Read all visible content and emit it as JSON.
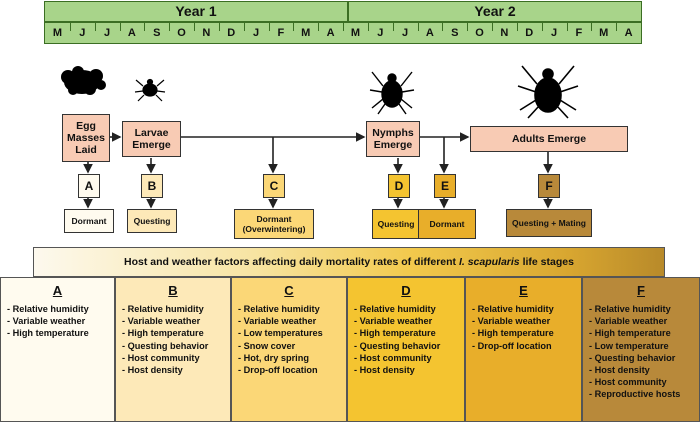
{
  "years": [
    "Year 1",
    "Year 2"
  ],
  "months": [
    "M",
    "J",
    "J",
    "A",
    "S",
    "O",
    "N",
    "D",
    "J",
    "F",
    "M",
    "A",
    "M",
    "J",
    "J",
    "A",
    "S",
    "O",
    "N",
    "D",
    "J",
    "F",
    "M",
    "A"
  ],
  "stages": [
    {
      "id": "egg",
      "label_lines": [
        "Egg",
        "Masses",
        "Laid"
      ]
    },
    {
      "id": "larvae",
      "label_lines": [
        "Larvae",
        "Emerge"
      ]
    },
    {
      "id": "nymphs",
      "label_lines": [
        "Nymphs",
        "Emerge"
      ]
    },
    {
      "id": "adults",
      "label_lines": [
        "Adults Emerge"
      ]
    }
  ],
  "letters": [
    "A",
    "B",
    "C",
    "D",
    "E",
    "F"
  ],
  "states": [
    {
      "letter": "A",
      "lines": [
        "Dormant"
      ]
    },
    {
      "letter": "B",
      "lines": [
        "Questing"
      ]
    },
    {
      "letter": "C",
      "lines": [
        "Dormant",
        "(Overwintering)"
      ]
    },
    {
      "letter": "D",
      "lines": [
        "Questing"
      ]
    },
    {
      "letter": "E",
      "lines": [
        "Dormant"
      ]
    },
    {
      "letter": "F",
      "lines": [
        "Questing + Mating"
      ]
    }
  ],
  "banner": {
    "prefix": "Host and weather factors affecting daily mortality rates of different ",
    "species": "I. scapularis",
    "suffix": " life stages"
  },
  "factors": [
    {
      "letter": "A",
      "items": [
        "Relative humidity",
        "Variable weather",
        "High temperature"
      ]
    },
    {
      "letter": "B",
      "items": [
        "Relative humidity",
        "Variable weather",
        "High temperature",
        "Questing behavior",
        "Host community",
        "Host density"
      ]
    },
    {
      "letter": "C",
      "items": [
        "Relative humidity",
        "Variable weather",
        "Low temperatures",
        "Snow cover",
        "Hot, dry spring",
        "Drop-off location"
      ]
    },
    {
      "letter": "D",
      "items": [
        "Relative humidity",
        "Variable weather",
        "High temperature",
        "Questing behavior",
        "Host community",
        "Host density"
      ]
    },
    {
      "letter": "E",
      "items": [
        "Relative humidity",
        "Variable weather",
        "High temperature",
        "Drop-off location"
      ]
    },
    {
      "letter": "F",
      "items": [
        "Relative humidity",
        "Variable weather",
        "High temperature",
        "Low temperature",
        "Questing behavior",
        "Host density",
        "Host community",
        "Reproductive hosts"
      ]
    }
  ],
  "colors": {
    "timeline": "#a8d48a",
    "stage": "#f8cbb4",
    "A": "#fffbef",
    "B": "#fde9b8",
    "C": "#fbd777",
    "D": "#f4c430",
    "E": "#e8ae2a",
    "F": "#b8893a"
  },
  "icons": [
    "egg-mass-icon",
    "larva-tick-icon",
    "nymph-tick-icon",
    "adult-tick-icon"
  ]
}
